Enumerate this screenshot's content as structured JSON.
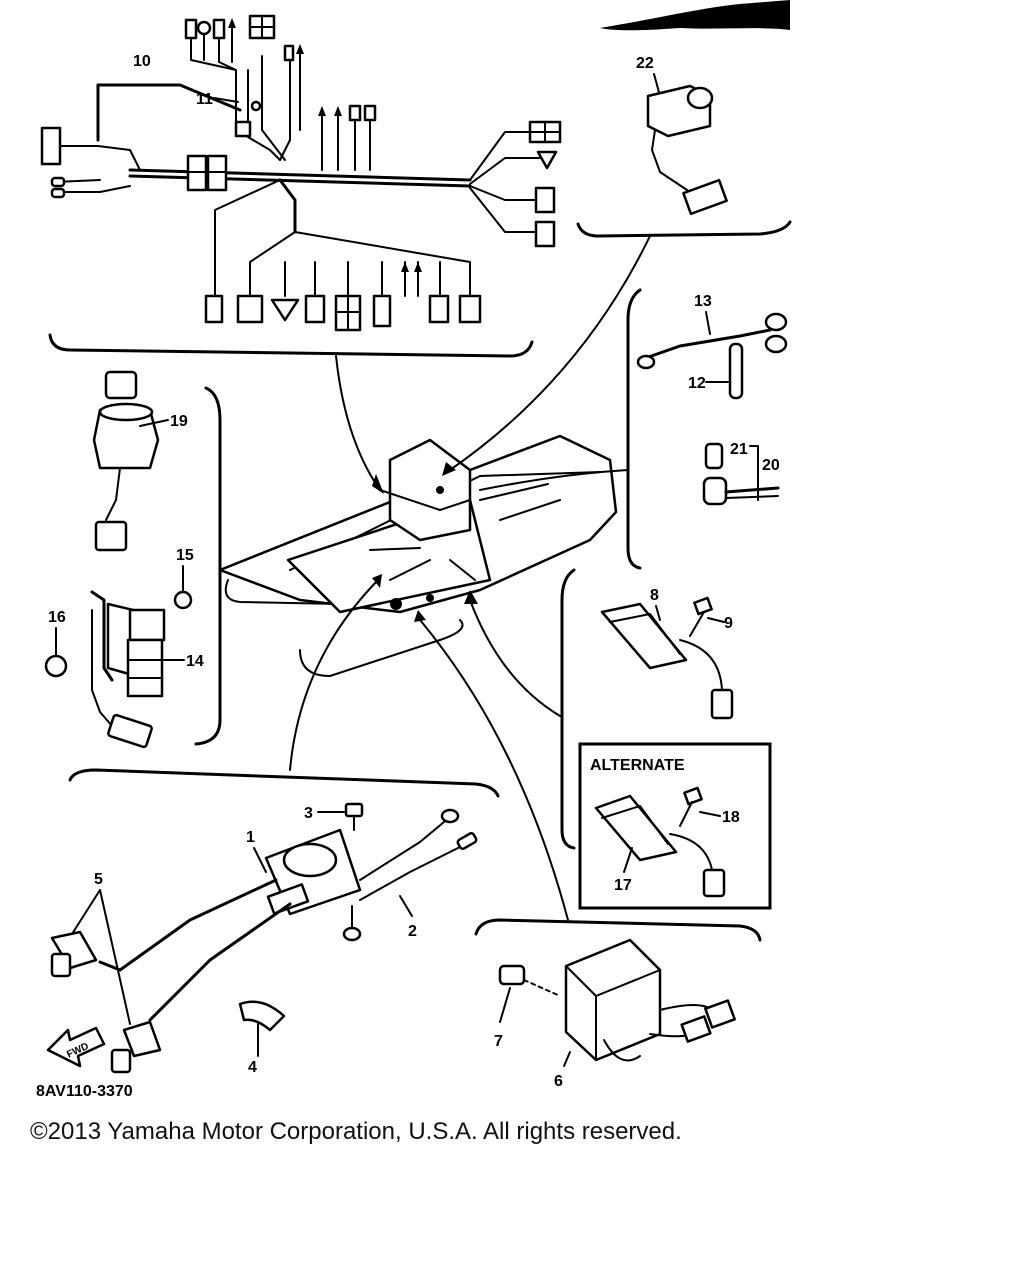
{
  "diagram": {
    "drawing_code": "8AV110-3370",
    "alternate_label": "ALTERNATE",
    "forward_arrow_label": "FWD",
    "callouts": [
      "1",
      "2",
      "3",
      "4",
      "5",
      "6",
      "7",
      "8",
      "9",
      "10",
      "11",
      "12",
      "13",
      "14",
      "15",
      "16",
      "17",
      "18",
      "19",
      "20",
      "21",
      "22"
    ]
  },
  "footer": {
    "copyright": "©2013 Yamaha Motor Corporation, U.S.A. All rights reserved."
  }
}
